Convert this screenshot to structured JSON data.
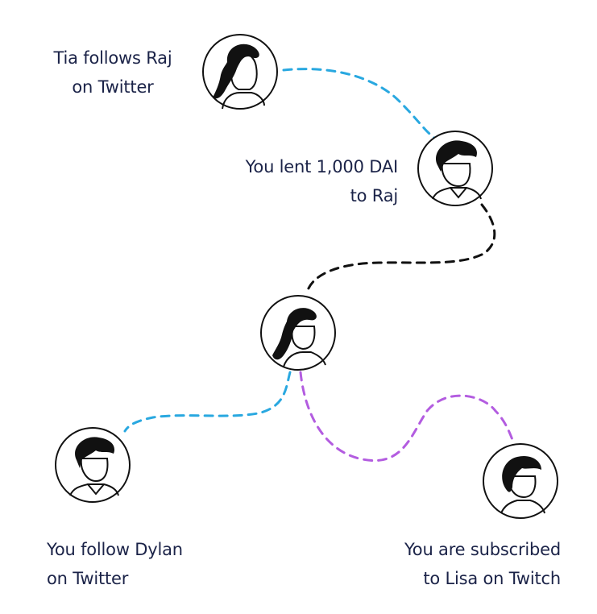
{
  "colors": {
    "twitter_link": "#29a8e0",
    "lending_link": "#111111",
    "twitch_link": "#b35ce0",
    "text": "#1b2348"
  },
  "nodes": {
    "tia": {
      "line1": "Tia follows Raj",
      "line2": "on Twitter",
      "icon": "woman-avatar-icon"
    },
    "raj": {
      "line1": "You lent 1,000 DAI",
      "line2": "to Raj",
      "icon": "man-avatar-icon"
    },
    "you": {
      "icon": "woman-avatar-icon"
    },
    "dylan": {
      "line1": "You follow Dylan",
      "line2": "on Twitter",
      "icon": "man-avatar-icon"
    },
    "lisa": {
      "line1": "You are subscribed",
      "line2": "to Lisa on Twitch",
      "icon": "person-avatar-icon"
    }
  }
}
